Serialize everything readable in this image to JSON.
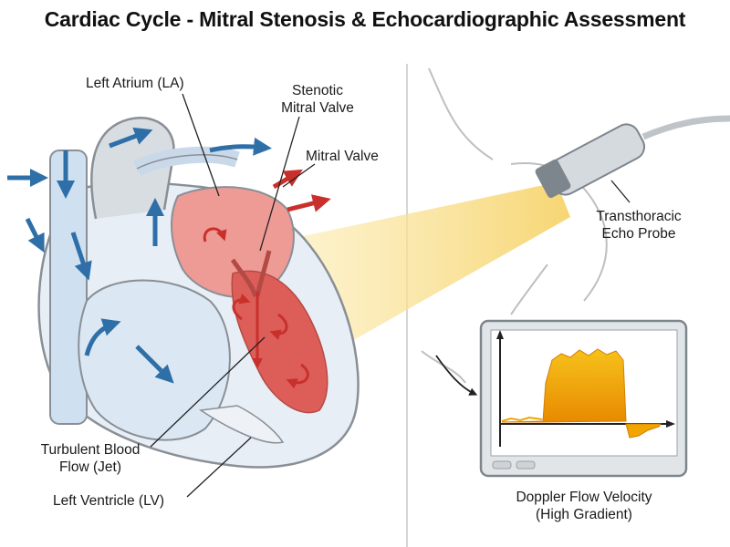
{
  "title": "Cardiac Cycle - Mitral Stenosis & Echocardiographic Assessment",
  "labels": {
    "left_atrium": "Left Atrium (LA)",
    "stenotic_valve_line1": "Stenotic",
    "stenotic_valve_line2": "Mitral Valve",
    "mitral_valve": "Mitral Valve",
    "probe_line1": "Transthoracic",
    "probe_line2": "Echo Probe",
    "turbulent_line1": "Turbulent Blood",
    "turbulent_line2": "Flow (Jet)",
    "left_ventricle": "Left Ventricle (LV)",
    "doppler_line1": "Doppler Flow Velocity",
    "doppler_line2": "(High Gradient)"
  },
  "colors": {
    "deoxygenated_blue": "#2f6fa8",
    "heart_outline": "#8a8f96",
    "stenotic_red": "#d9534f",
    "ultrasound_beam": "#f6d36b",
    "doppler_orange": "#f0a500"
  },
  "icons": {
    "probe": "ultrasound-probe-icon",
    "monitor": "doppler-monitor-icon",
    "arrow": "flow-arrow-icon"
  }
}
